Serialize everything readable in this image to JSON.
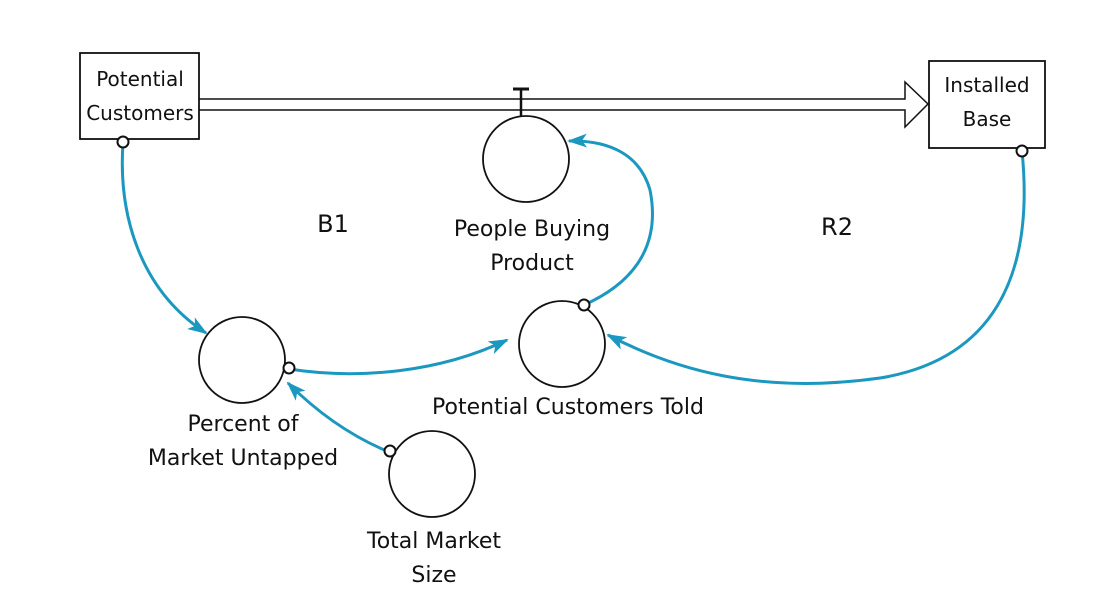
{
  "diagram": {
    "colors": {
      "link": "#1b98bf",
      "outline": "#111111"
    },
    "stocks": [
      {
        "id": "potential-customers",
        "label_lines": [
          "Potential",
          "Customers"
        ]
      },
      {
        "id": "installed-base",
        "label_lines": [
          "Installed",
          "Base"
        ]
      }
    ],
    "flow": {
      "label_lines": [
        "People Buying",
        "Product"
      ]
    },
    "auxiliaries": [
      {
        "id": "percent-of-market-untapped",
        "label_lines": [
          "Percent of",
          "Market Untapped"
        ]
      },
      {
        "id": "potential-customers-told",
        "label_lines": [
          "Potential Customers Told"
        ]
      },
      {
        "id": "total-market-size",
        "label_lines": [
          "Total Market",
          "Size"
        ]
      }
    ],
    "loops": [
      {
        "id": "b1",
        "label": "B1"
      },
      {
        "id": "r2",
        "label": "R2"
      }
    ]
  }
}
